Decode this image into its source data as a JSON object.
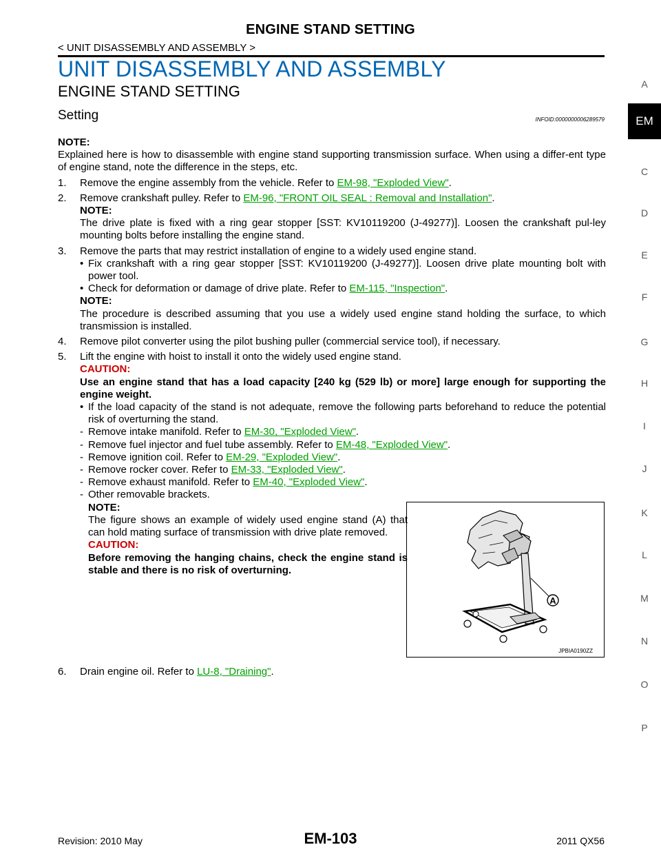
{
  "header": {
    "title": "ENGINE STAND SETTING",
    "breadcrumb": "< UNIT DISASSEMBLY AND ASSEMBLY >"
  },
  "section_title": "UNIT DISASSEMBLY AND ASSEMBLY",
  "subsection_title": "ENGINE STAND SETTING",
  "topic_title": "Setting",
  "info_id": "INFOID:0000000006289579",
  "intro": {
    "note_label": "NOTE:",
    "note_text": "Explained here is how to disassemble with engine stand supporting transmission surface. When using a differ-ent type of engine stand, note the difference in the steps, etc."
  },
  "steps": {
    "s1": {
      "num": "1.",
      "text": "Remove the engine assembly from the vehicle. Refer to ",
      "link": "EM-98, \"Exploded View\"",
      "tail": "."
    },
    "s2": {
      "num": "2.",
      "text": "Remove crankshaft pulley. Refer to ",
      "link": "EM-96, \"FRONT OIL SEAL : Removal and Installation\"",
      "tail": ".",
      "note_label": "NOTE:",
      "note_text": "The drive plate is fixed with a ring gear stopper [SST: KV10119200 (J-49277)]. Loosen the crankshaft pul-ley mounting bolts before installing the engine stand."
    },
    "s3": {
      "num": "3.",
      "text": "Remove the parts that may restrict installation of engine to a widely used engine stand.",
      "bullet1": "Fix crankshaft with a ring gear stopper [SST: KV10119200 (J-49277)]. Loosen drive plate mounting bolt with power tool.",
      "bullet2": "Check for deformation or damage of drive plate. Refer to ",
      "bullet2_link": "EM-115, \"Inspection\"",
      "bullet2_tail": ".",
      "note_label": "NOTE:",
      "note_text": "The procedure is described assuming that you use a widely used engine stand holding the surface, to which transmission is installed."
    },
    "s4": {
      "num": "4.",
      "text": "Remove pilot converter using the pilot bushing puller (commercial service tool), if necessary."
    },
    "s5": {
      "num": "5.",
      "text": "Lift the engine with hoist to install it onto the widely used engine stand.",
      "caution_label": "CAUTION:",
      "caution_text": "Use an engine stand that has a load capacity [240 kg (529 lb) or more] large enough for supporting the engine weight.",
      "bullet1": "If the load capacity of the stand is not adequate, remove the following parts beforehand to reduce the potential risk of overturning the stand.",
      "dash_items": [
        {
          "text": "Remove intake manifold. Refer to ",
          "link": "EM-30, \"Exploded View\"",
          "tail": "."
        },
        {
          "text": "Remove fuel injector and fuel tube assembly. Refer to ",
          "link": "EM-48, \"Exploded View\"",
          "tail": "."
        },
        {
          "text": "Remove ignition coil. Refer to ",
          "link": "EM-29, \"Exploded View\"",
          "tail": "."
        },
        {
          "text": "Remove rocker cover. Refer to ",
          "link": "EM-33, \"Exploded View\"",
          "tail": "."
        },
        {
          "text": "Remove exhaust manifold. Refer to ",
          "link": "EM-40, \"Exploded View\"",
          "tail": "."
        },
        {
          "text": "Other removable brackets.",
          "link": "",
          "tail": ""
        }
      ],
      "note_label": "NOTE:",
      "note_text": "The figure shows an example of widely used engine stand (A) that can hold mating surface of transmission with drive plate removed.",
      "caution2_label": "CAUTION:",
      "caution2_text": "Before removing the hanging chains, check the engine stand is stable and there is no risk of overturning."
    },
    "s6": {
      "num": "6.",
      "text": "Drain engine oil. Refer to ",
      "link": "LU-8, \"Draining\"",
      "tail": "."
    }
  },
  "figure": {
    "callout": "A",
    "code": "JPBIA0190ZZ"
  },
  "sidebar": {
    "letters": [
      "A",
      "C",
      "D",
      "E",
      "F",
      "G",
      "H",
      "I",
      "J",
      "K",
      "L",
      "M",
      "N",
      "O",
      "P"
    ],
    "active": "EM"
  },
  "footer": {
    "revision": "Revision: 2010 May",
    "page": "EM-103",
    "model": "2011 QX56"
  }
}
